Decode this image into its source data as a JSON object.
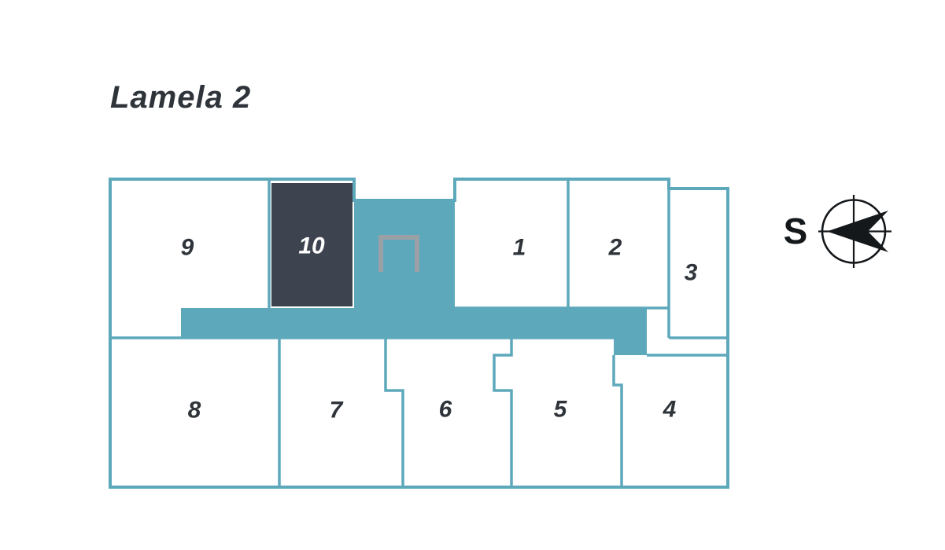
{
  "title": "Lamela 2",
  "floor_plan": {
    "units": [
      {
        "label": "1"
      },
      {
        "label": "2"
      },
      {
        "label": "3"
      },
      {
        "label": "4"
      },
      {
        "label": "5"
      },
      {
        "label": "6"
      },
      {
        "label": "7"
      },
      {
        "label": "8"
      },
      {
        "label": "9"
      },
      {
        "label": "10"
      }
    ],
    "highlighted_unit": "10"
  },
  "compass": {
    "label": "S"
  },
  "colors": {
    "wall_teal": "#5EA8BC",
    "highlight_dark": "#3D4450",
    "label_text": "#2E343A",
    "stair_gray": "#9AA0A6",
    "compass_black": "#15181B",
    "background": "#FFFFFF"
  }
}
